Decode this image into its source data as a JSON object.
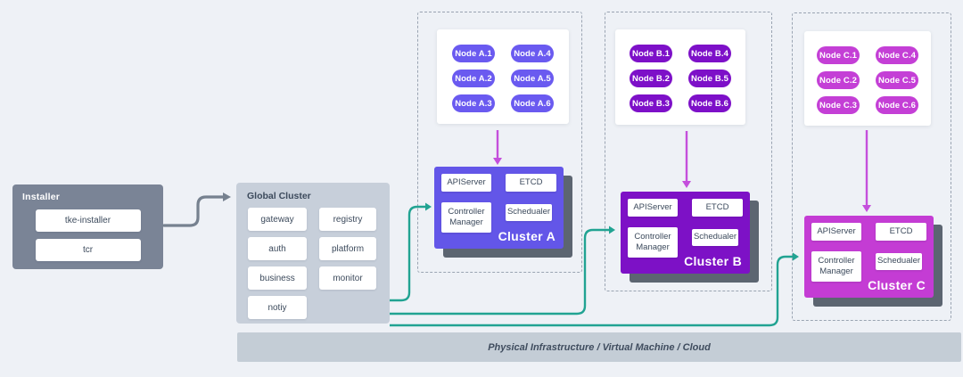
{
  "colors": {
    "background": "#eef1f6",
    "installer_box": "#7a8496",
    "arrow_gray": "#76818f",
    "global_box": "#c7cfda",
    "item_text": "#3c4a5c",
    "cluster_a": "#6356e8",
    "cluster_a_node": "#6a5af0",
    "cluster_b": "#7d11c6",
    "cluster_b_node": "#7d10c8",
    "cluster_c": "#c43cd4",
    "cluster_c_node": "#c43fd6",
    "link_teal": "#21a392",
    "link_magenta": "#c44fdc",
    "box_shadow": "#5c6571",
    "dashed_border": "#9aa4b2",
    "infra_bar": "#c4cdd6"
  },
  "installer": {
    "title": "Installer",
    "items": [
      "tke-installer",
      "tcr"
    ]
  },
  "global_cluster": {
    "title": "Global Cluster",
    "items": [
      "gateway",
      "registry",
      "auth",
      "platform",
      "business",
      "monitor",
      "notiy"
    ]
  },
  "clusters": [
    {
      "name": "Cluster A",
      "nodes": [
        "Node A.1",
        "Node A.2",
        "Node A.3",
        "Node A.4",
        "Node A.5",
        "Node A.6"
      ],
      "components": [
        "APIServer",
        "ETCD",
        "Controller Manager",
        "Schedualer"
      ]
    },
    {
      "name": "Cluster B",
      "nodes": [
        "Node B.1",
        "Node B.2",
        "Node B.3",
        "Node B.4",
        "Node B.5",
        "Node B.6"
      ],
      "components": [
        "APIServer",
        "ETCD",
        "Controller Manager",
        "Schedualer"
      ]
    },
    {
      "name": "Cluster C",
      "nodes": [
        "Node C.1",
        "Node C.2",
        "Node C.3",
        "Node C.4",
        "Node C.5",
        "Node C.6"
      ],
      "components": [
        "APIServer",
        "ETCD",
        "Controller Manager",
        "Schedualer"
      ]
    }
  ],
  "infra_bar": {
    "label": "Physical Infrastructure / Virtual Machine / Cloud"
  }
}
